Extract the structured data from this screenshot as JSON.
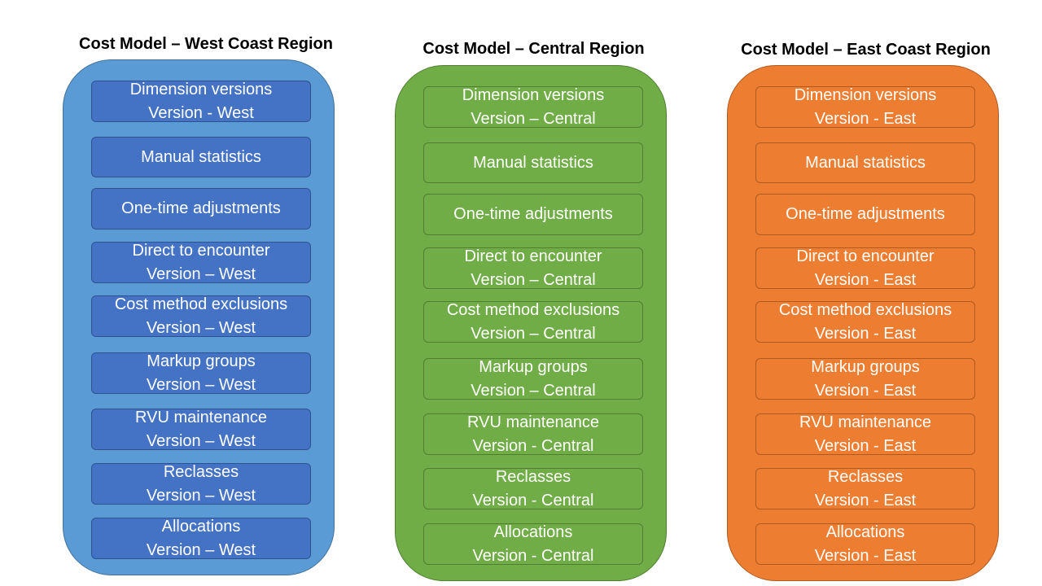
{
  "regions": {
    "west": {
      "title": "Cost Model – West Coast Region",
      "items": [
        {
          "line1": "Dimension versions",
          "line2": "Version - West"
        },
        {
          "line1": "Manual statistics",
          "line2": ""
        },
        {
          "line1": "One-time adjustments",
          "line2": ""
        },
        {
          "line1": "Direct to encounter",
          "line2": "Version – West"
        },
        {
          "line1": "Cost method exclusions",
          "line2": "Version – West"
        },
        {
          "line1": "Markup groups",
          "line2": "Version – West"
        },
        {
          "line1": "RVU maintenance",
          "line2": "Version – West"
        },
        {
          "line1": "Reclasses",
          "line2": "Version – West"
        },
        {
          "line1": "Allocations",
          "line2": "Version – West"
        }
      ]
    },
    "central": {
      "title": "Cost Model – Central Region",
      "items": [
        {
          "line1": "Dimension versions",
          "line2": "Version – Central"
        },
        {
          "line1": "Manual statistics",
          "line2": ""
        },
        {
          "line1": "One-time adjustments",
          "line2": ""
        },
        {
          "line1": "Direct to encounter",
          "line2": "Version – Central"
        },
        {
          "line1": "Cost method exclusions",
          "line2": "Version – Central"
        },
        {
          "line1": "Markup groups",
          "line2": "Version – Central"
        },
        {
          "line1": "RVU maintenance",
          "line2": "Version - Central"
        },
        {
          "line1": "Reclasses",
          "line2": "Version - Central"
        },
        {
          "line1": "Allocations",
          "line2": "Version - Central"
        }
      ]
    },
    "east": {
      "title": "Cost Model – East Coast Region",
      "items": [
        {
          "line1": "Dimension versions",
          "line2": "Version - East"
        },
        {
          "line1": "Manual statistics",
          "line2": ""
        },
        {
          "line1": "One-time adjustments",
          "line2": ""
        },
        {
          "line1": "Direct to encounter",
          "line2": "Version - East"
        },
        {
          "line1": "Cost method exclusions",
          "line2": "Version - East"
        },
        {
          "line1": "Markup groups",
          "line2": "Version - East"
        },
        {
          "line1": "RVU maintenance",
          "line2": "Version - East"
        },
        {
          "line1": "Reclasses",
          "line2": "Version - East"
        },
        {
          "line1": "Allocations",
          "line2": "Version - East"
        }
      ]
    }
  },
  "colors": {
    "west_panel": "#5b9bd5",
    "west_item": "#4472c4",
    "central_panel": "#70ad47",
    "east_panel": "#ed7d31"
  }
}
